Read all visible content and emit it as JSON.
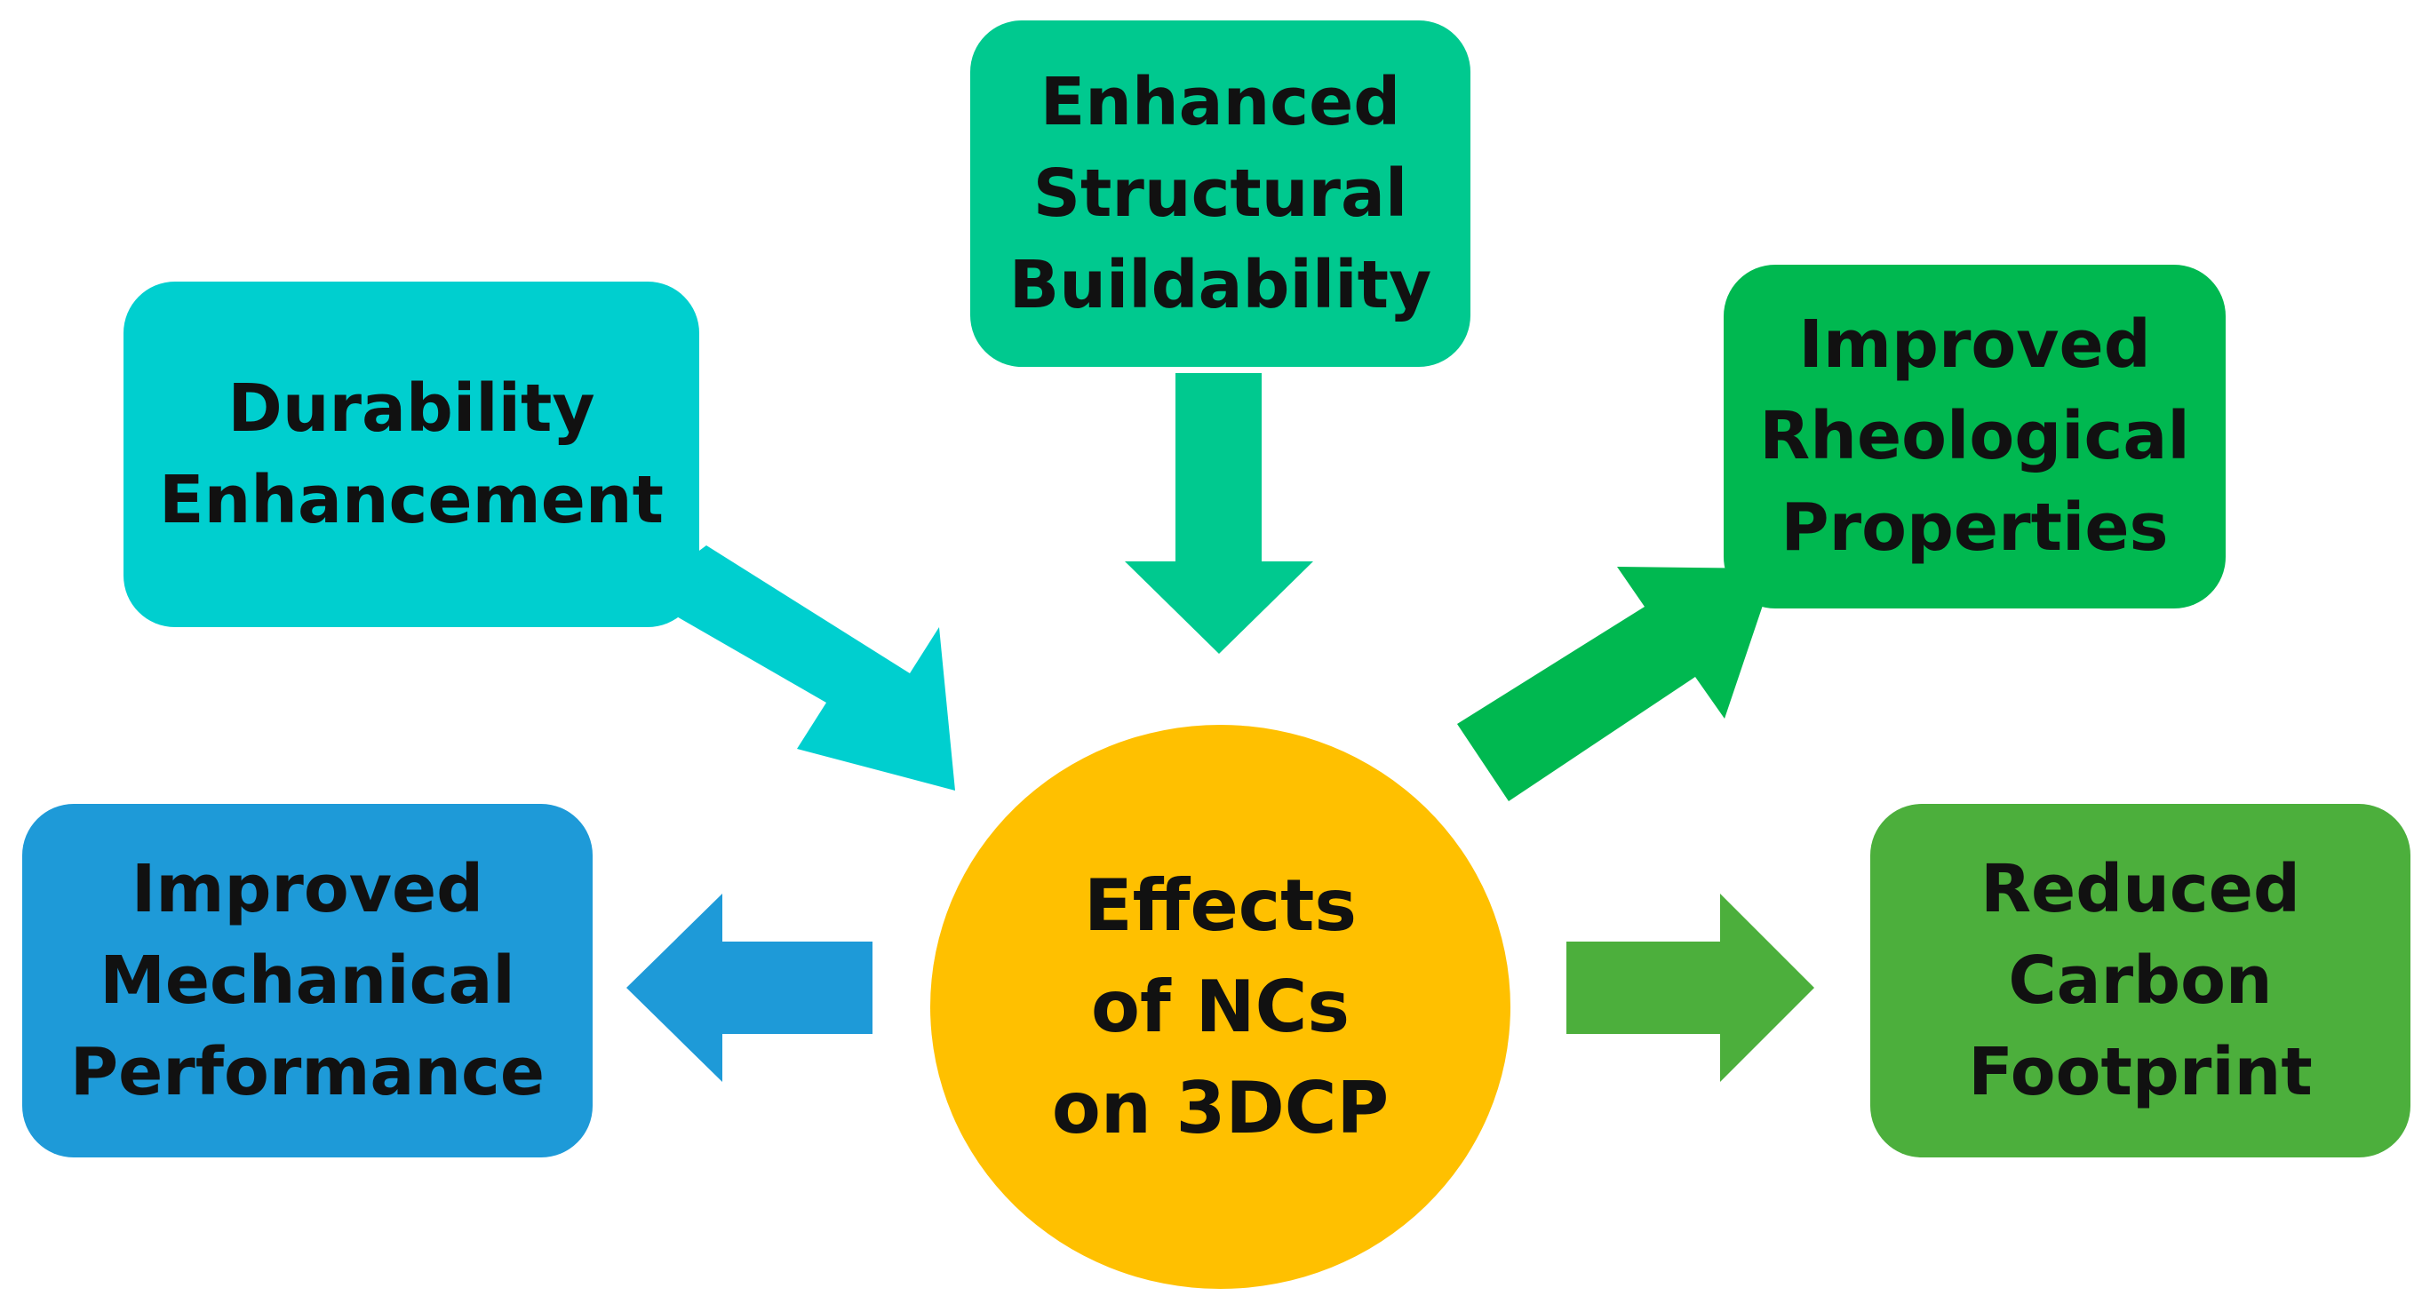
{
  "center": {
    "label": "Effects\nof NCs\non 3DCP",
    "color": "#FFC000"
  },
  "nodes": {
    "durability": {
      "label": "Durability\nEnhancement",
      "color": "#00CFCF"
    },
    "buildability": {
      "label": "Enhanced\nStructural\nBuildability",
      "color": "#00C98F"
    },
    "rheological": {
      "label": "Improved\nRheological\nProperties",
      "color": "#00B850"
    },
    "mechanical": {
      "label": "Improved\nMechanical\nPerformance",
      "color": "#1E9AD8"
    },
    "carbon": {
      "label": "Reduced\nCarbon\nFootprint",
      "color": "#4CAF3C"
    }
  },
  "arrows": {
    "durability_to_center": {
      "direction": "inward",
      "color": "#00CFCF"
    },
    "buildability_to_center": {
      "direction": "inward",
      "color": "#00C98F"
    },
    "center_to_rheological": {
      "direction": "outward",
      "color": "#00B850"
    },
    "center_to_mechanical": {
      "direction": "outward",
      "color": "#1E9AD8"
    },
    "center_to_carbon": {
      "direction": "outward",
      "color": "#4CAF3C"
    }
  }
}
